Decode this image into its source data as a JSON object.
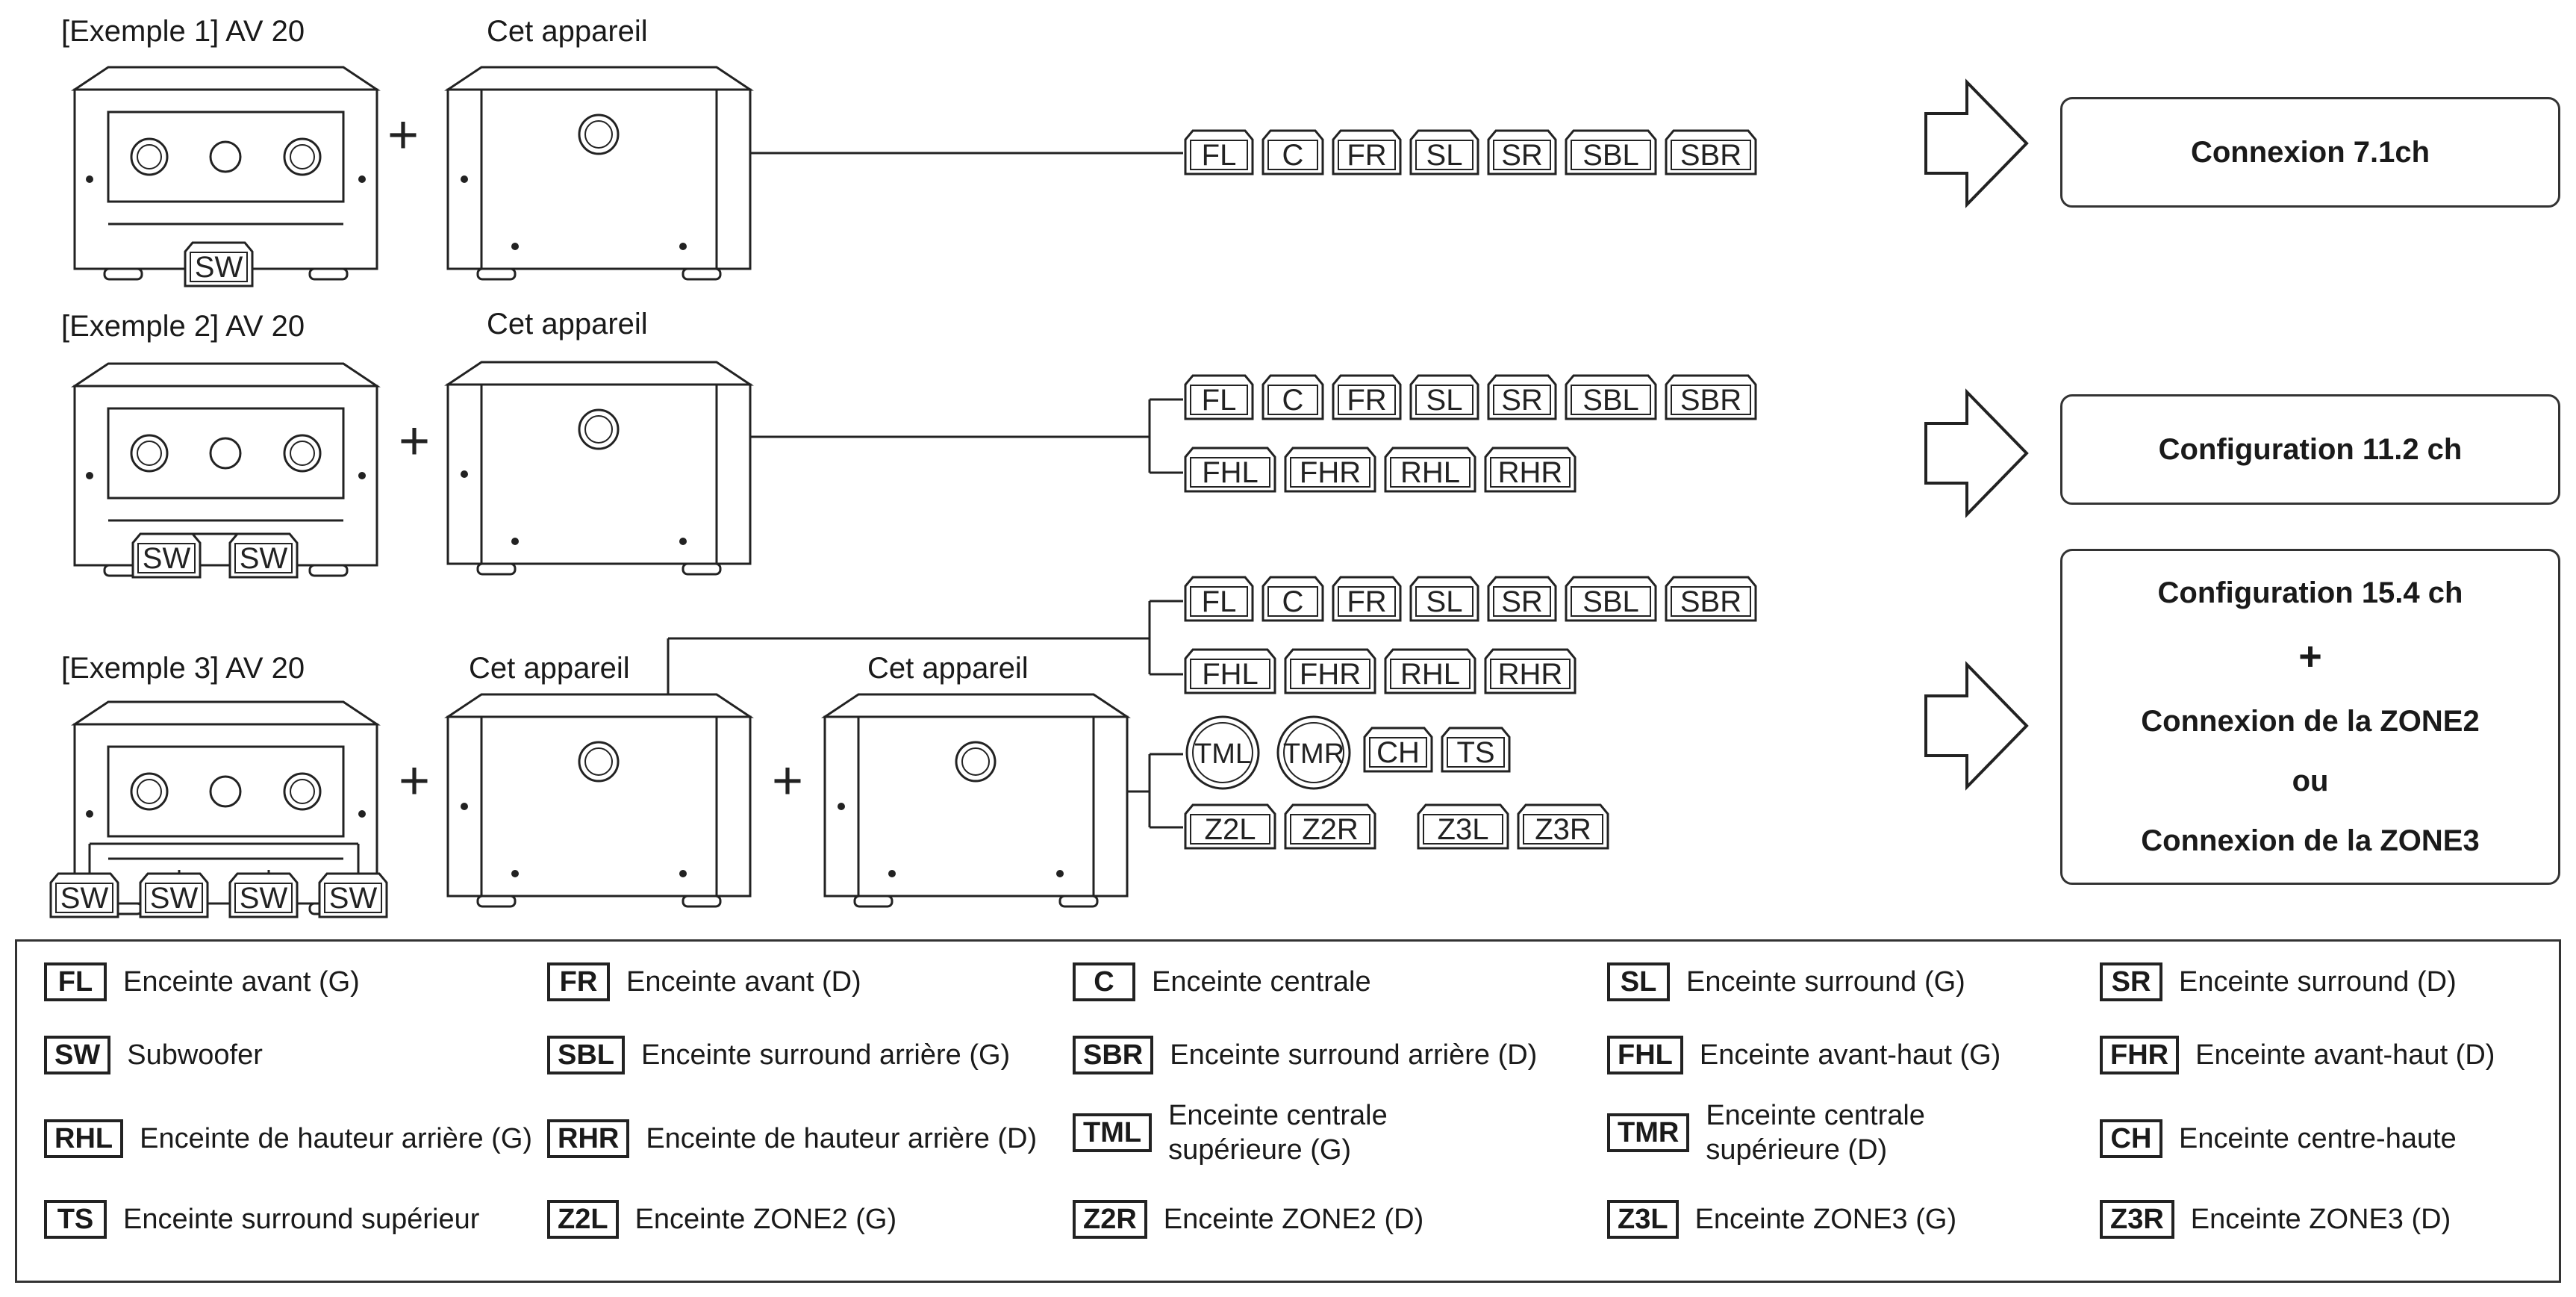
{
  "examples": [
    {
      "label": "[Exemple 1] AV 20",
      "devices": [
        "Cet appareil"
      ],
      "result": [
        "Connexion 7.1ch"
      ]
    },
    {
      "label": "[Exemple 2] AV 20",
      "devices": [
        "Cet appareil"
      ],
      "result": [
        "Configuration 11.2 ch"
      ]
    },
    {
      "label": "[Exemple 3] AV 20",
      "devices": [
        "Cet appareil",
        "Cet appareil"
      ],
      "result": [
        "Configuration 15.4 ch",
        "+",
        "Connexion de la ZONE2",
        "ou",
        "Connexion de la ZONE3"
      ]
    }
  ],
  "plus_sign": "+",
  "speaker_rows": {
    "main": [
      "FL",
      "C",
      "FR",
      "SL",
      "SR",
      "SBL",
      "SBR"
    ],
    "height": [
      "FHL",
      "FHR",
      "RHL",
      "RHR"
    ],
    "top_round": [
      "TML",
      "TMR"
    ],
    "top_box": [
      "CH",
      "TS"
    ],
    "zone2": [
      "Z2L",
      "Z2R"
    ],
    "zone3": [
      "Z3L",
      "Z3R"
    ],
    "sub": "SW"
  },
  "legend": [
    {
      "code": "FL",
      "desc": "Enceinte avant (G)"
    },
    {
      "code": "FR",
      "desc": "Enceinte avant (D)"
    },
    {
      "code": "C",
      "desc": "Enceinte centrale"
    },
    {
      "code": "SL",
      "desc": "Enceinte surround (G)"
    },
    {
      "code": "SR",
      "desc": "Enceinte surround (D)"
    },
    {
      "code": "SW",
      "desc": "Subwoofer"
    },
    {
      "code": "SBL",
      "desc": "Enceinte surround arrière (G)"
    },
    {
      "code": "SBR",
      "desc": "Enceinte surround arrière (D)"
    },
    {
      "code": "FHL",
      "desc": "Enceinte avant-haut (G)"
    },
    {
      "code": "FHR",
      "desc": "Enceinte avant-haut (D)"
    },
    {
      "code": "RHL",
      "desc": "Enceinte de hauteur arrière (G)"
    },
    {
      "code": "RHR",
      "desc": "Enceinte de hauteur arrière (D)"
    },
    {
      "code": "TML",
      "desc": "Enceinte centrale supérieure (G)"
    },
    {
      "code": "TMR",
      "desc": "Enceinte centrale supérieure (D)"
    },
    {
      "code": "CH",
      "desc": "Enceinte centre-haute"
    },
    {
      "code": "TS",
      "desc": "Enceinte surround supérieur"
    },
    {
      "code": "Z2L",
      "desc": "Enceinte ZONE2 (G)"
    },
    {
      "code": "Z2R",
      "desc": "Enceinte ZONE2 (D)"
    },
    {
      "code": "Z3L",
      "desc": "Enceinte ZONE3 (G)"
    },
    {
      "code": "Z3R",
      "desc": "Enceinte ZONE3 (D)"
    }
  ]
}
